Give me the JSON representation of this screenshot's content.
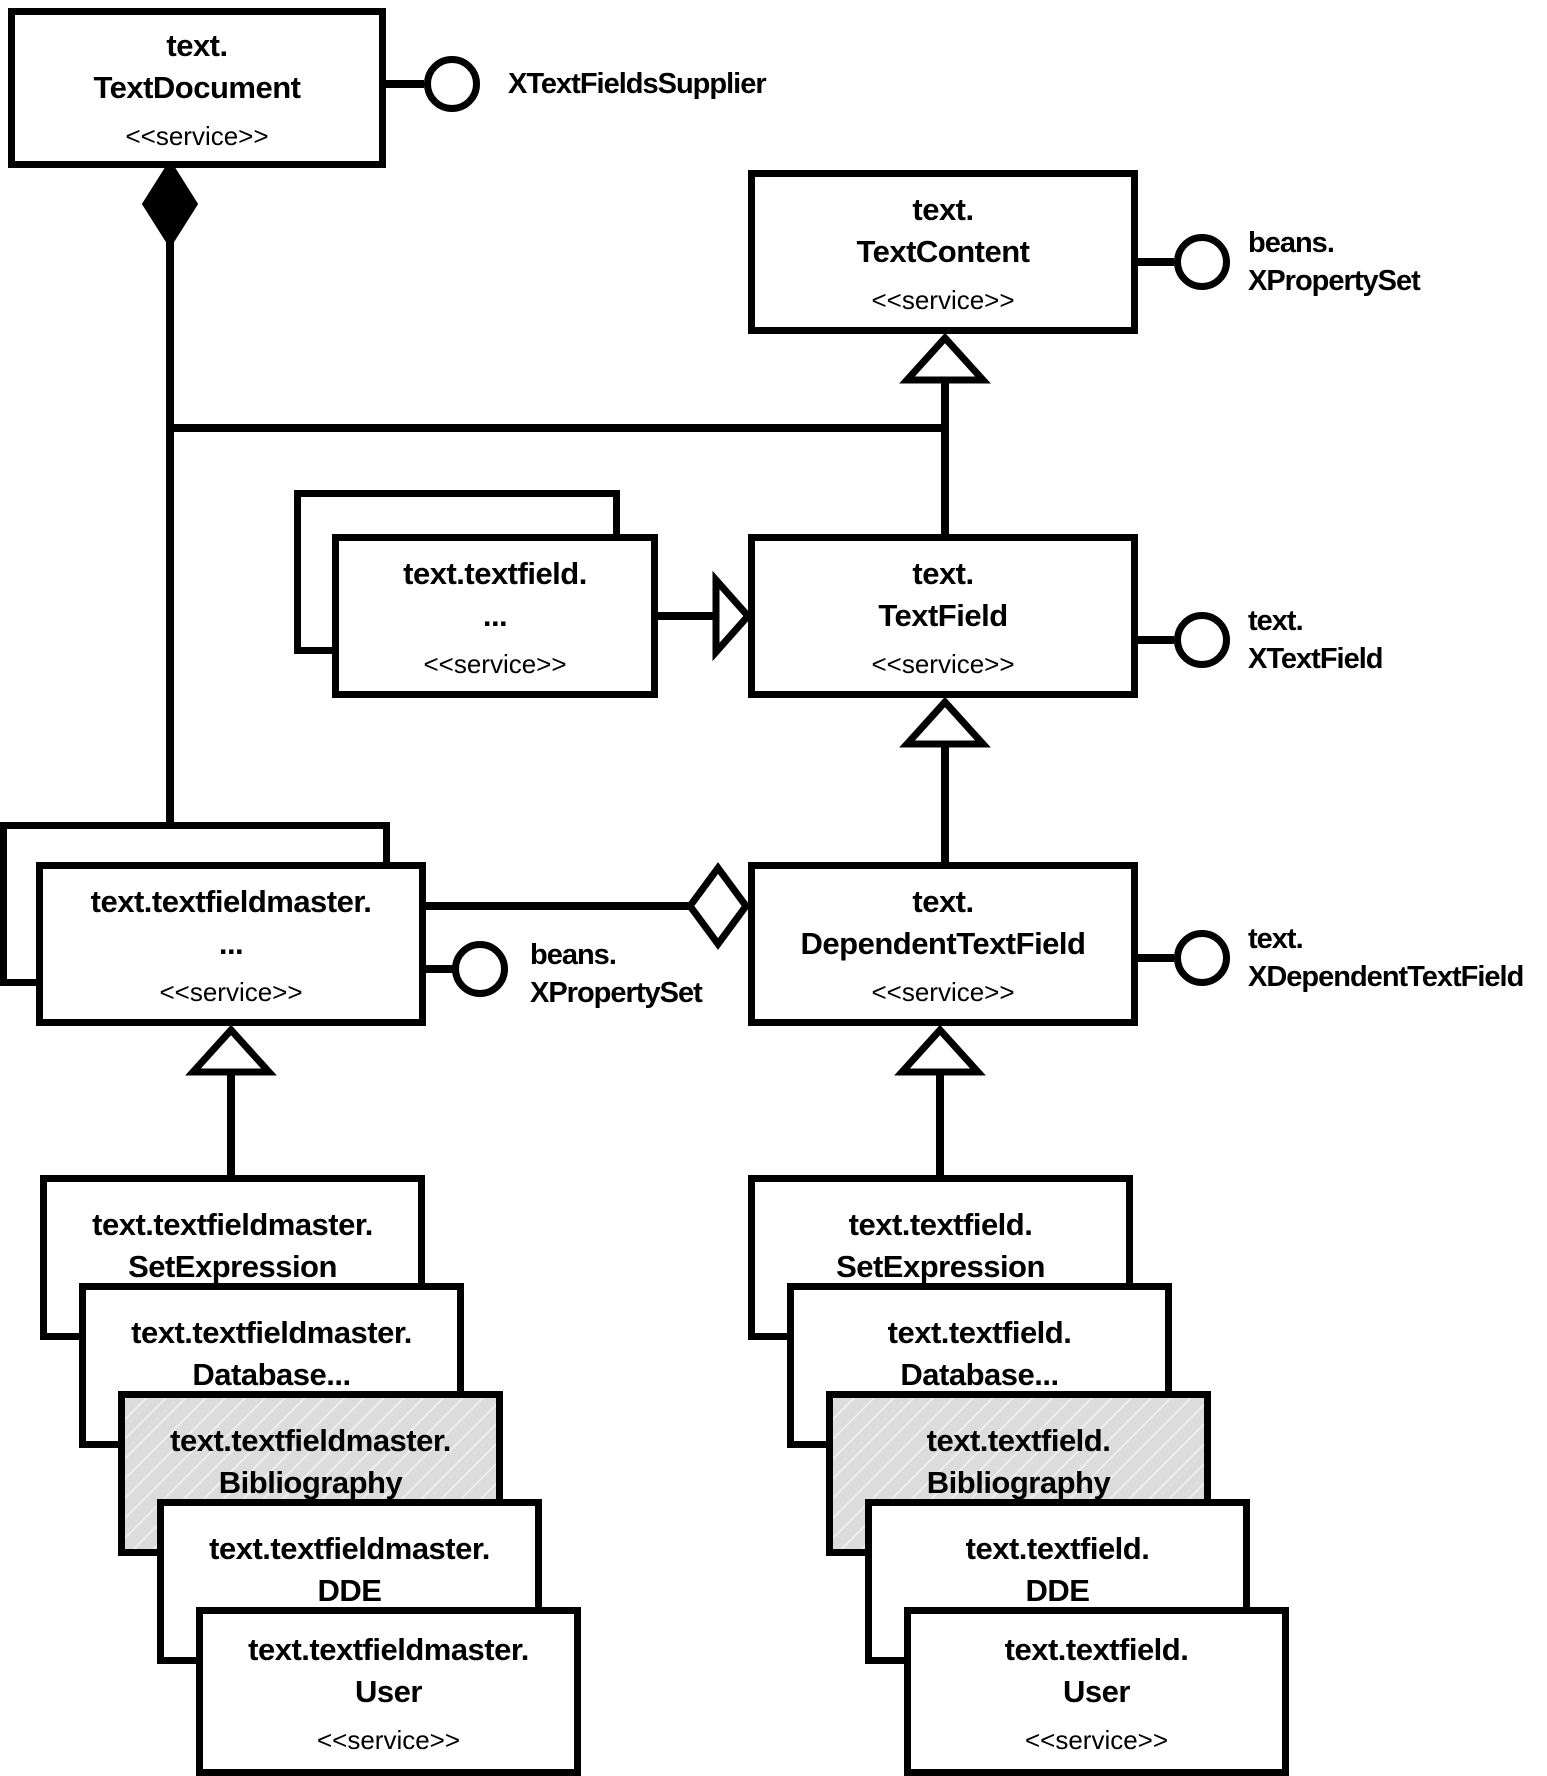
{
  "nodes": {
    "textdocument": {
      "line1": "text.",
      "line2": "TextDocument",
      "stereotype": "<<service>>"
    },
    "textcontent": {
      "line1": "text.",
      "line2": "TextContent",
      "stereotype": "<<service>>"
    },
    "textfield_group": {
      "line1": "text.textfield.",
      "line2": "...",
      "stereotype": "<<service>>"
    },
    "textfield": {
      "line1": "text.",
      "line2": "TextField",
      "stereotype": "<<service>>"
    },
    "textfieldmaster_group": {
      "line1": "text.textfieldmaster.",
      "line2": "...",
      "stereotype": "<<service>>"
    },
    "dependenttextfield": {
      "line1": "text.",
      "line2": "DependentTextField",
      "stereotype": "<<service>>"
    },
    "master_setexpression": {
      "line1": "text.textfieldmaster.",
      "line2": "SetExpression"
    },
    "master_database": {
      "line1": "text.textfieldmaster.",
      "line2": "Database..."
    },
    "master_bibliography": {
      "line1": "text.textfieldmaster.",
      "line2": "Bibliography"
    },
    "master_dde": {
      "line1": "text.textfieldmaster.",
      "line2": "DDE"
    },
    "master_user": {
      "line1": "text.textfieldmaster.",
      "line2": "User",
      "stereotype": "<<service>>"
    },
    "field_setexpression": {
      "line1": "text.textfield.",
      "line2": "SetExpression"
    },
    "field_database": {
      "line1": "text.textfield.",
      "line2": "Database..."
    },
    "field_bibliography": {
      "line1": "text.textfield.",
      "line2": "Bibliography"
    },
    "field_dde": {
      "line1": "text.textfield.",
      "line2": "DDE"
    },
    "field_user": {
      "line1": "text.textfield.",
      "line2": "User",
      "stereotype": "<<service>>"
    }
  },
  "interfaces": {
    "xtextfieldssupplier": {
      "label": "XTextFieldsSupplier"
    },
    "beans_xpropertyset_content": {
      "line1": "beans.",
      "line2": "XPropertySet"
    },
    "text_xtextfield": {
      "line1": "text.",
      "line2": "XTextField"
    },
    "beans_xpropertyset_master": {
      "line1": "beans.",
      "line2": "XPropertySet"
    },
    "text_xdependenttextfield": {
      "line1": "text.",
      "line2": "XDependentTextField"
    }
  },
  "colors": {
    "line": "#000000",
    "box_fill": "#ffffff",
    "highlight_fill": "#dcdcdc"
  }
}
